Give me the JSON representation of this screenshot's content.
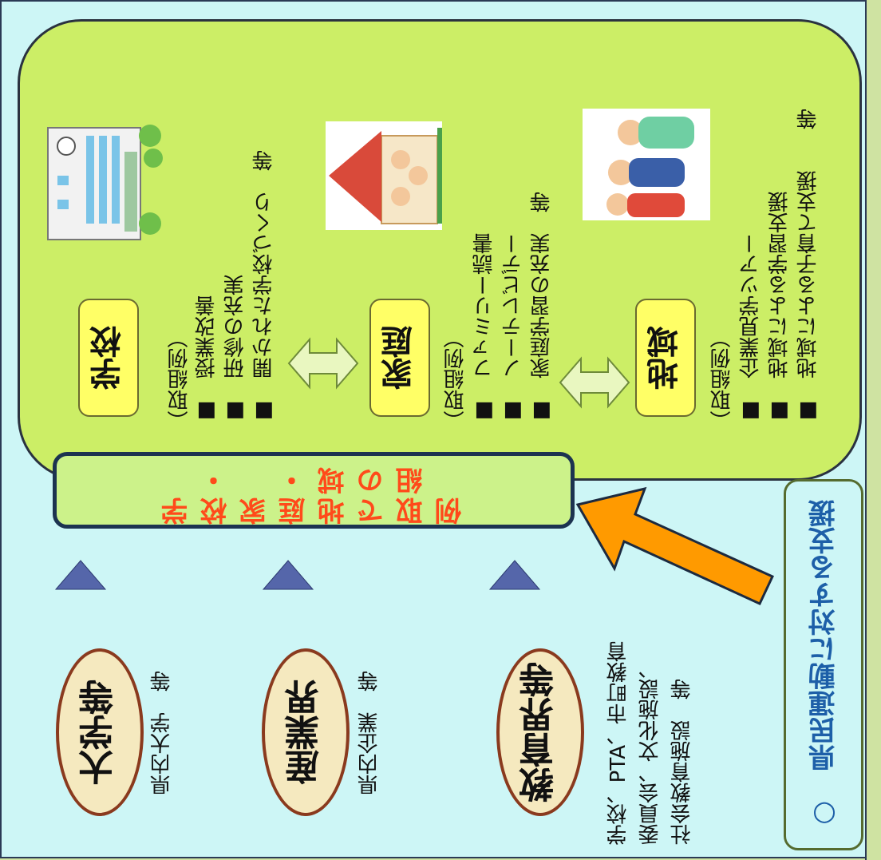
{
  "panel": {
    "school": {
      "title": "学校",
      "example_label": "（取組例）",
      "items": [
        "■　授業改善",
        "■　研修の充実",
        "■　開かれた学校づくり　等"
      ]
    },
    "home": {
      "title": "家庭",
      "example_label": "（取組例）",
      "items": [
        "■　ファミリー読書",
        "■　ノーテレビデー",
        "■　家庭学習の充実　等"
      ]
    },
    "community": {
      "title": "地域",
      "example_label": "（取組例）",
      "items": [
        "■　企業見学ツアー",
        "■　地域による学習支援",
        "■　地域による子育て支援　　等"
      ]
    }
  },
  "banner": {
    "text": "学校・家庭・地域での取組例"
  },
  "partners": [
    {
      "title": "大学等",
      "desc": [
        "県内大学　等"
      ]
    },
    {
      "title": "産業界",
      "desc": [
        "県内企業　等"
      ]
    },
    {
      "title": "教育界等",
      "desc": [
        "学校、PTA、市町教育",
        "委員会、文化施設、",
        "社会教育施設　等"
      ]
    }
  ],
  "support": {
    "text": "○　県民運動に対する支援"
  },
  "colors": {
    "background": "#cdf6f6",
    "panel": "#ccee66",
    "label_box": "#ffff66",
    "banner_text": "#ff4a1a",
    "arrow": "#ff9a00",
    "triangle": "#5566aa",
    "support_text": "#1d5fa8",
    "oval_border": "#8a3a1e"
  }
}
